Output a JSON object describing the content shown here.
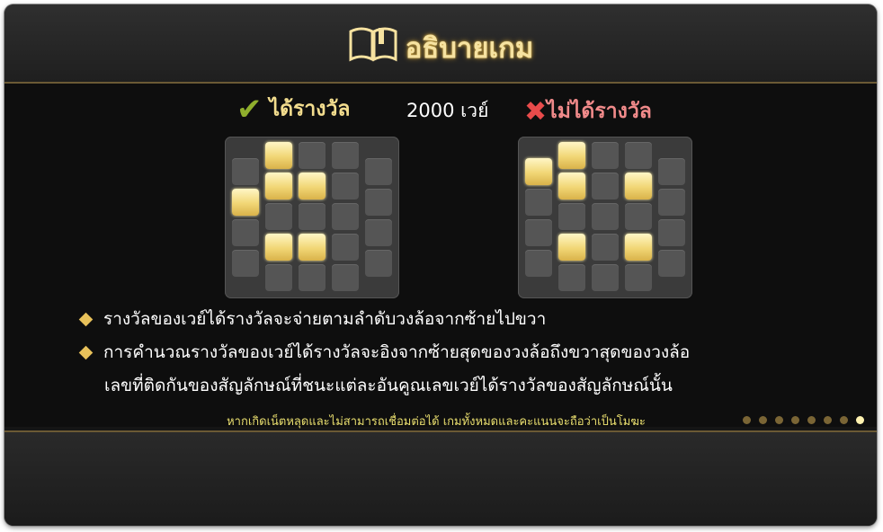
{
  "header": {
    "title": "อธิบายเกม",
    "icon": "book-icon"
  },
  "labels": {
    "win": "ได้รางวัล",
    "bet": "2000 เวย์",
    "lose": "ไม่ได้รางวัล"
  },
  "rules": {
    "line1": "รางวัลของเวย์ได้รางวัลจะจ่ายตามลำดับวงล้อจากซ้ายไปขวา",
    "line2": "การคำนวณรางวัลของเวย์ได้รางวัลจะอิงจากซ้ายสุดของวงล้อถึงขวาสุดของวงล้อ",
    "line3": "เลขที่ติดกันของสัญลักษณ์ที่ชนะแต่ละอันคูณเลขเวย์ได้รางวัลของสัญลักษณ์นั้น"
  },
  "warning": "หากเกิดเน็ตหลุดและไม่สามารถเชื่อมต่อได้ เกมทั้งหมดและคะแนนจะถือว่าเป็นโมฆะ",
  "pagination": {
    "total": 8,
    "active_index": 7
  },
  "colors": {
    "gold": "#f3dd8e",
    "win_check": "#8fae2d",
    "lose_x": "#e84b4b",
    "symbol_on": "#f1d675"
  },
  "grids": {
    "win": {
      "reels": [
        [
          false,
          true,
          false,
          false
        ],
        [
          true,
          true,
          false,
          true,
          false
        ],
        [
          false,
          true,
          false,
          true,
          false
        ],
        [
          false,
          false,
          false,
          false,
          false
        ],
        [
          false,
          false,
          false,
          false
        ]
      ]
    },
    "lose": {
      "reels": [
        [
          true,
          false,
          false,
          false
        ],
        [
          true,
          true,
          false,
          true,
          false
        ],
        [
          false,
          false,
          false,
          false,
          false
        ],
        [
          false,
          true,
          false,
          true,
          false
        ],
        [
          false,
          false,
          false,
          false
        ]
      ]
    }
  }
}
